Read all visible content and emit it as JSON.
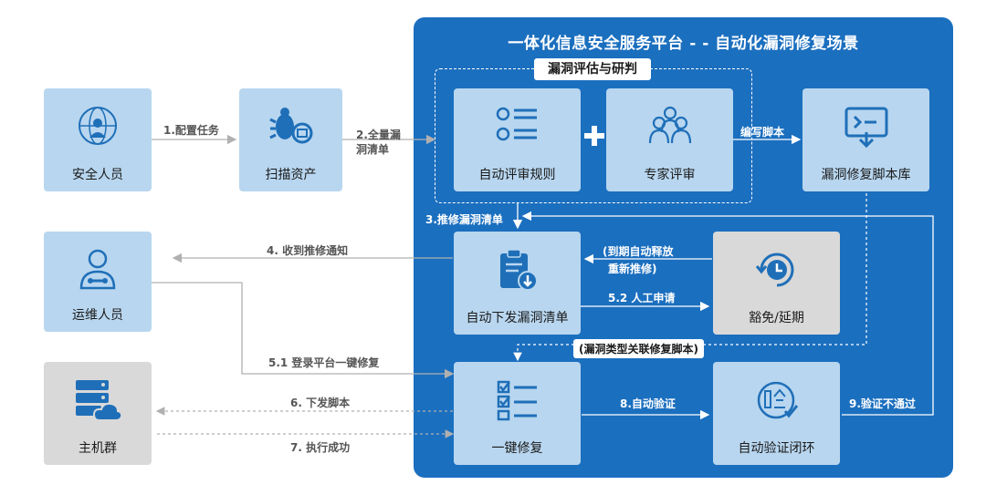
{
  "platform": {
    "title": "一体化信息安全服务平台 - - 自动化漏洞修复场景",
    "assessment_label": "漏洞评估与研判"
  },
  "nodes": {
    "security_staff": "安全人员",
    "scan_assets": "扫描资产",
    "auto_rules": "自动评审规则",
    "expert_review": "专家评审",
    "script_library": "漏洞修复脚本库",
    "ops_staff": "运维人员",
    "auto_dispatch": "自动下发漏洞清单",
    "exempt_delay": "豁免/延期",
    "host_cluster": "主机群",
    "one_click_fix": "一键修复",
    "auto_verify_loop": "自动验证闭环"
  },
  "edges": {
    "configure_task": "1.配置任务",
    "full_list_line1": "2.全量漏",
    "full_list_line2": "洞清单",
    "write_script": "编写脚本",
    "push_repair_list": "3.推修漏洞清单",
    "receive_notice": "4. 收到推修通知",
    "auto_release_line1": "(到期自动释放",
    "auto_release_line2": "重新推修)",
    "manual_apply": "5.2 人工申请",
    "link_script": "(漏洞类型关联修复脚本)",
    "login_fix": "5.1 登录平台一键修复",
    "issue_script": "6. 下发脚本",
    "exec_success": "7. 执行成功",
    "auto_verify": "8.自动验证",
    "verify_fail": "9.验证不通过"
  },
  "icons": [
    "globe-user-icon",
    "bug-icon",
    "checklist-icon",
    "people-group-icon",
    "terminal-download-icon",
    "technician-icon",
    "clipboard-download-icon",
    "clock-refresh-icon",
    "server-cloud-icon",
    "checkbox-list-icon",
    "verify-badge-icon"
  ],
  "colors": {
    "platform_bg": "#1b6fbf",
    "node_light": "#b8d6ef",
    "node_grey": "#d9d9d9",
    "icon_blue": "#1f6fb8",
    "arrow_grey": "#b0b0b0"
  }
}
